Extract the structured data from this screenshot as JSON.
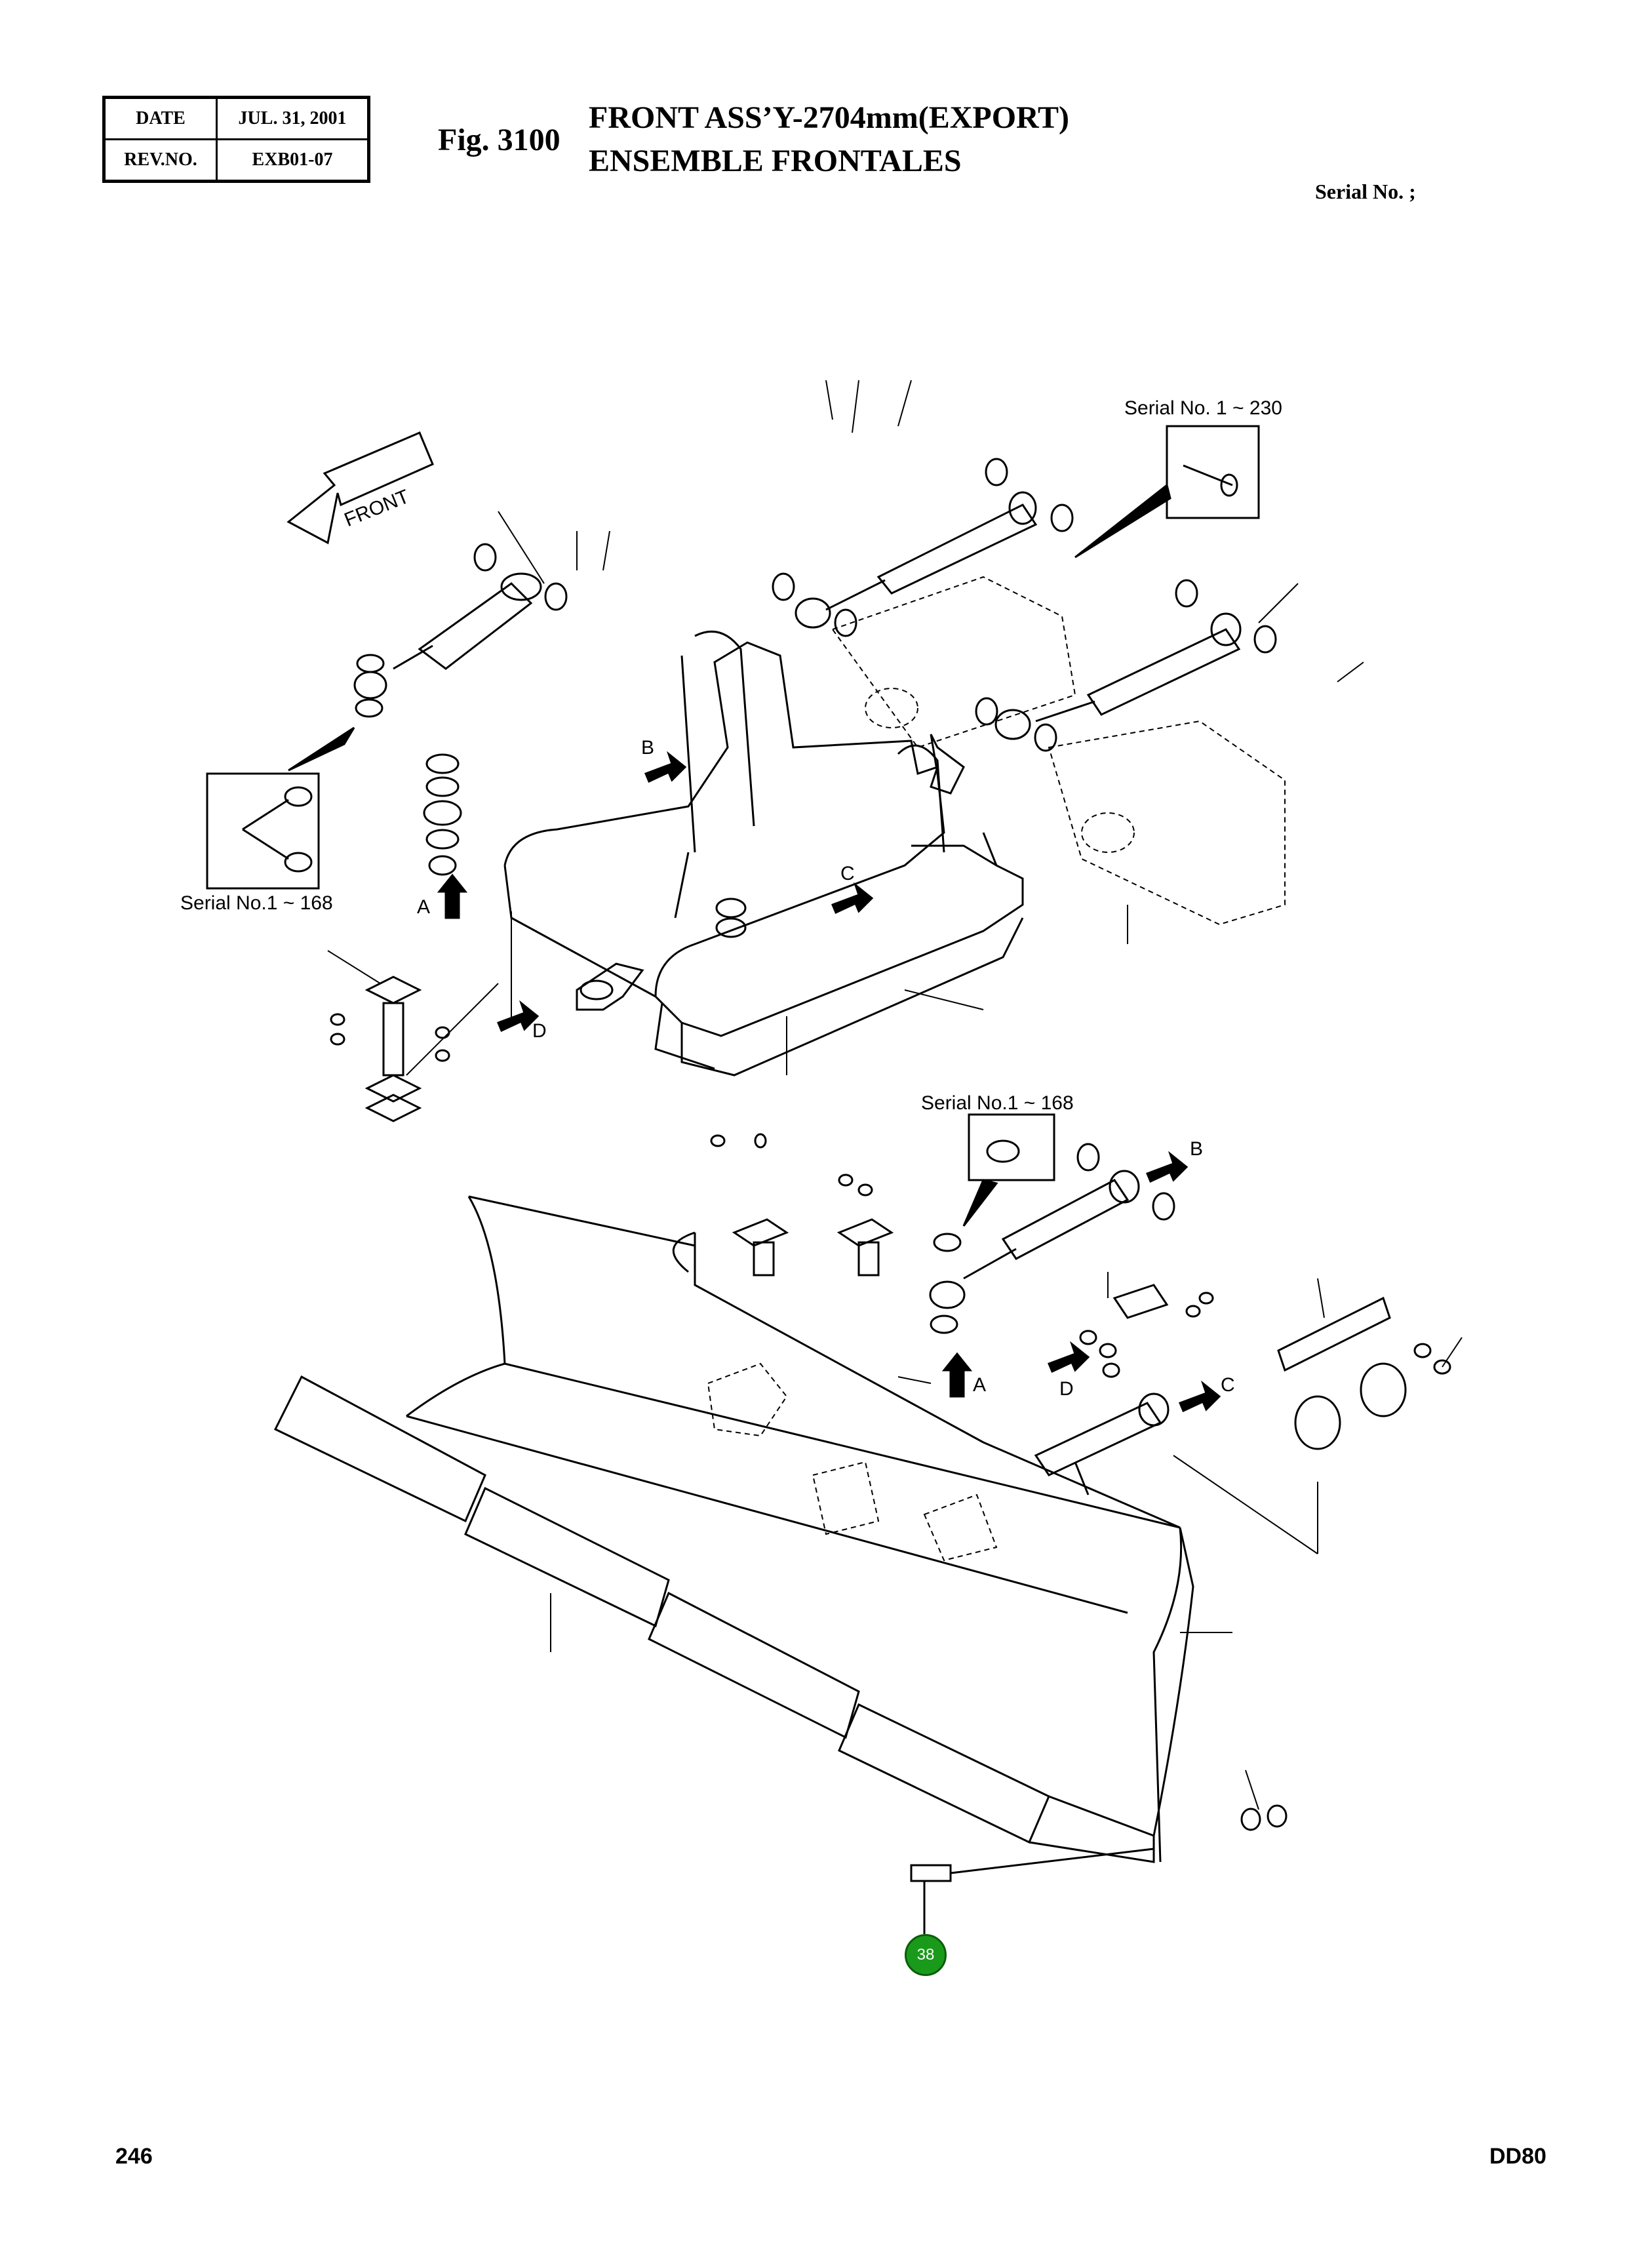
{
  "header": {
    "date_label": "DATE",
    "date_value": "JUL. 31, 2001",
    "rev_label": "REV.NO.",
    "rev_value": "EXB01-07",
    "fig_number": "Fig. 3100",
    "title_en": "FRONT ASS’Y-2704mm(EXPORT)",
    "title_fr": "ENSEMBLE FRONTALES",
    "serial_label": "Serial No. ;"
  },
  "drawing": {
    "front_arrow_label": "FRONT",
    "serial_notes": [
      "Serial No. 1 ~ 230",
      "Serial No.1 ~ 168",
      "Serial No.1 ~ 168"
    ],
    "view_markers": [
      "A",
      "B",
      "C",
      "D",
      "A",
      "B",
      "C",
      "D"
    ],
    "callout_number": "38"
  },
  "footer": {
    "page_number": "246",
    "model": "DD80"
  }
}
